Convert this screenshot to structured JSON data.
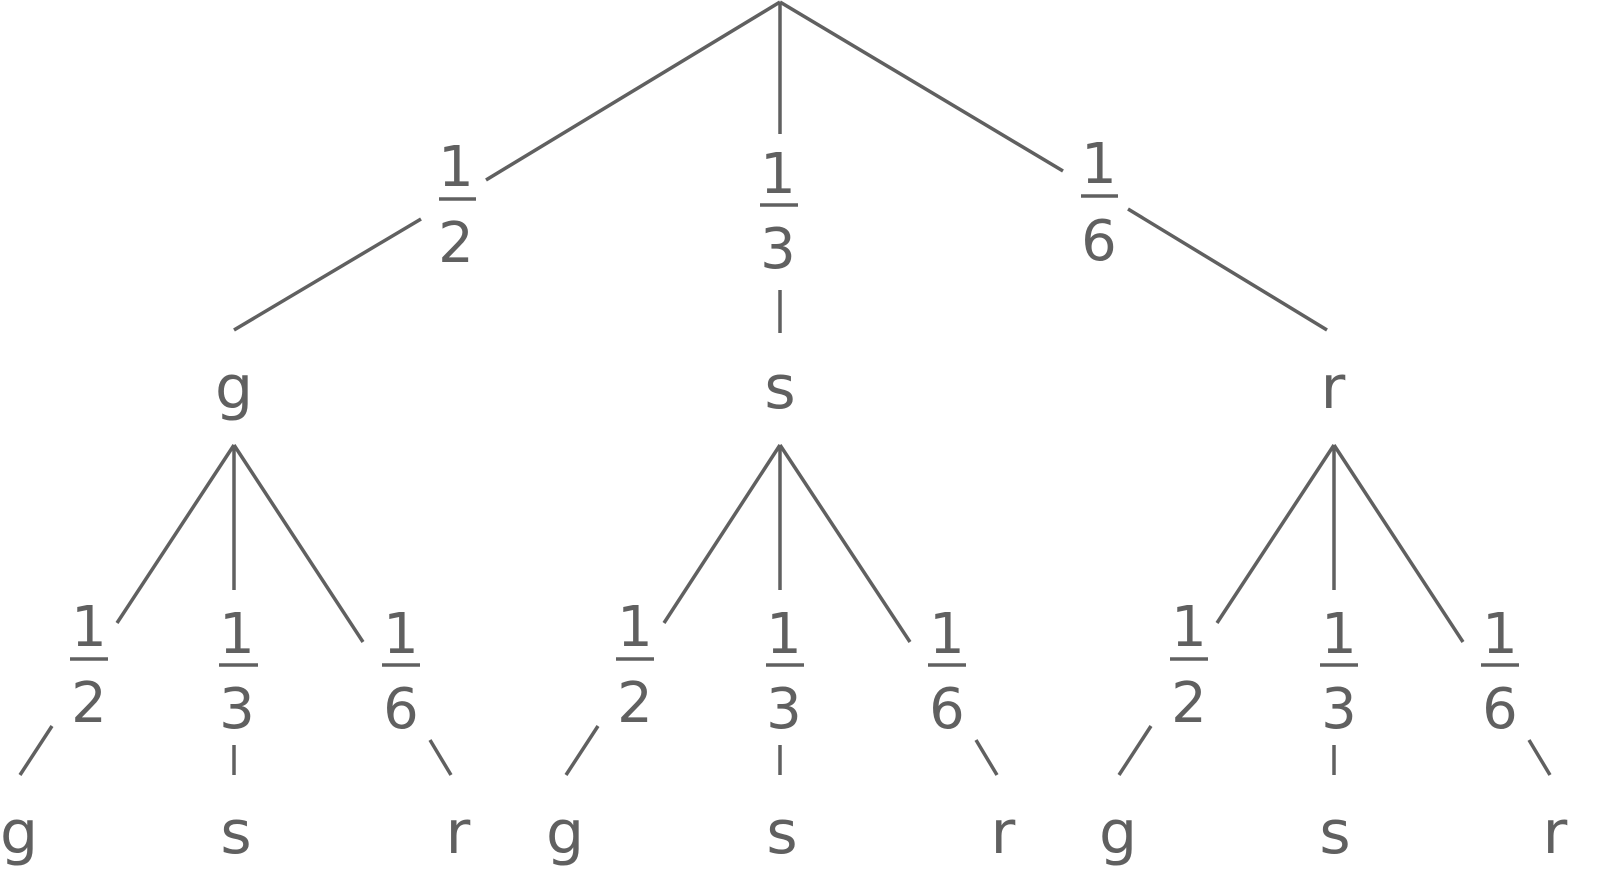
{
  "tree": {
    "level1": {
      "nodes": [
        "g",
        "s",
        "r"
      ],
      "probabilities": [
        {
          "num": "1",
          "den": "2"
        },
        {
          "num": "1",
          "den": "3"
        },
        {
          "num": "1",
          "den": "6"
        }
      ]
    },
    "level2": [
      {
        "parent": "g",
        "nodes": [
          "g",
          "s",
          "r"
        ],
        "probabilities": [
          {
            "num": "1",
            "den": "2"
          },
          {
            "num": "1",
            "den": "3"
          },
          {
            "num": "1",
            "den": "6"
          }
        ]
      },
      {
        "parent": "s",
        "nodes": [
          "g",
          "s",
          "r"
        ],
        "probabilities": [
          {
            "num": "1",
            "den": "2"
          },
          {
            "num": "1",
            "den": "3"
          },
          {
            "num": "1",
            "den": "6"
          }
        ]
      },
      {
        "parent": "r",
        "nodes": [
          "g",
          "s",
          "r"
        ],
        "probabilities": [
          {
            "num": "1",
            "den": "2"
          },
          {
            "num": "1",
            "den": "3"
          },
          {
            "num": "1",
            "den": "6"
          }
        ]
      }
    ]
  }
}
